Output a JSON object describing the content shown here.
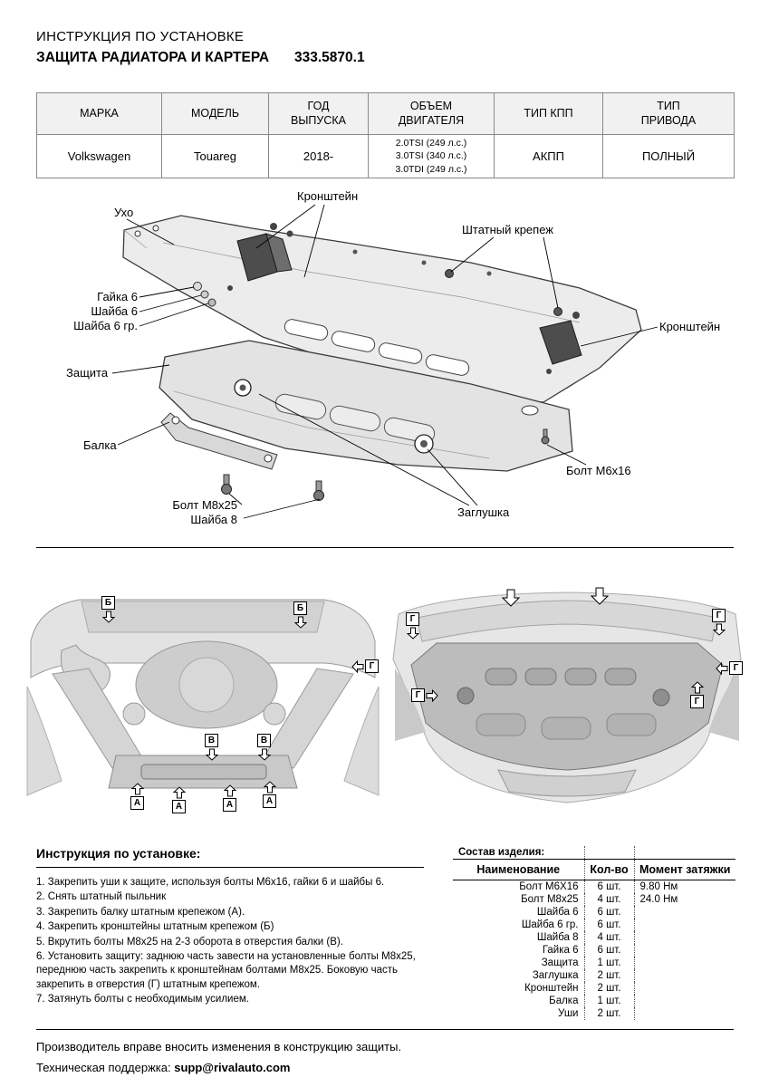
{
  "header": {
    "doc_type": "ИНСТРУКЦИЯ ПО УСТАНОВКЕ",
    "product": "ЗАЩИТА РАДИАТОРА И КАРТЕРА",
    "part_number": "333.5870.1"
  },
  "spec_table": {
    "headers": [
      "МАРКА",
      "МОДЕЛЬ",
      "ГОД\nВЫПУСКА",
      "ОБЪЕМ\nДВИГАТЕЛЯ",
      "ТИП КПП",
      "ТИП\nПРИВОДА"
    ],
    "row": {
      "brand": "Volkswagen",
      "model": "Touareg",
      "year": "2018-",
      "engine": "2.0TSI (249 л.с.)\n3.0TSI (340 л.с.)\n3.0TDI (249 л.с.)",
      "gearbox": "АКПП",
      "drive": "ПОЛНЫЙ"
    }
  },
  "diagram": {
    "kronshtein_top": "Кронштейн",
    "ukho": "Ухо",
    "shtatny_krepezh": "Штатный крепеж",
    "gaika_6": "Гайка 6",
    "shaiba_6": "Шайба 6",
    "shaiba_6_gr": "Шайба 6 гр.",
    "kronshtein_right": "Кронштейн",
    "zashchita": "Защита",
    "balka": "Балка",
    "bolt_m6x16": "Болт М6х16",
    "bolt_m8x25": "Болт М8х25",
    "shaiba_8": "Шайба 8",
    "zaglushka": "Заглушка"
  },
  "markers": {
    "a": "А",
    "b": "Б",
    "v": "В",
    "g": "Г"
  },
  "instructions": {
    "title": "Инструкция по установке:",
    "steps": [
      "1. Закрепить уши к защите, используя болты М6х16, гайки 6 и шайбы 6.",
      "2. Снять штатный пыльник",
      "3. Закрепить балку штатным крепежом (А).",
      "4. Закрепить кронштейны штатным крепежом (Б)",
      "5. Вкрутить болты М8х25 на 2-3 оборота в отверстия балки (В).",
      "6. Установить защиту: заднюю часть завести на установленные болты М8х25, переднюю часть закрепить к кронштейнам болтами М8х25. Боковую часть закрепить в отверстия (Г) штатным крепежом.",
      "7. Затянуть болты с необходимым усилием."
    ]
  },
  "parts": {
    "title": "Состав изделия:",
    "headers": [
      "Наименование",
      "Кол-во",
      "Момент затяжки"
    ],
    "rows": [
      {
        "name": "Болт М6Х16",
        "qty": "6 шт.",
        "torque": "9.80 Нм"
      },
      {
        "name": "Болт М8х25",
        "qty": "4 шт.",
        "torque": "24.0 Нм"
      },
      {
        "name": "Шайба 6",
        "qty": "6 шт.",
        "torque": ""
      },
      {
        "name": "Шайба 6 гр.",
        "qty": "6 шт.",
        "torque": ""
      },
      {
        "name": "Шайба 8",
        "qty": "4 шт.",
        "torque": ""
      },
      {
        "name": "Гайка 6",
        "qty": "6 шт.",
        "torque": ""
      },
      {
        "name": "Защита",
        "qty": "1 шт.",
        "torque": ""
      },
      {
        "name": "Заглушка",
        "qty": "2 шт.",
        "torque": ""
      },
      {
        "name": "Кронштейн",
        "qty": "2 шт.",
        "torque": ""
      },
      {
        "name": "Балка",
        "qty": "1 шт.",
        "torque": ""
      },
      {
        "name": "Уши",
        "qty": "2 шт.",
        "torque": ""
      }
    ]
  },
  "footer": {
    "line1": "Производитель вправе вносить изменения в конструкцию защиты.",
    "support_label": "Техническая поддержка:",
    "support_email": "supp@rivalauto.com"
  }
}
